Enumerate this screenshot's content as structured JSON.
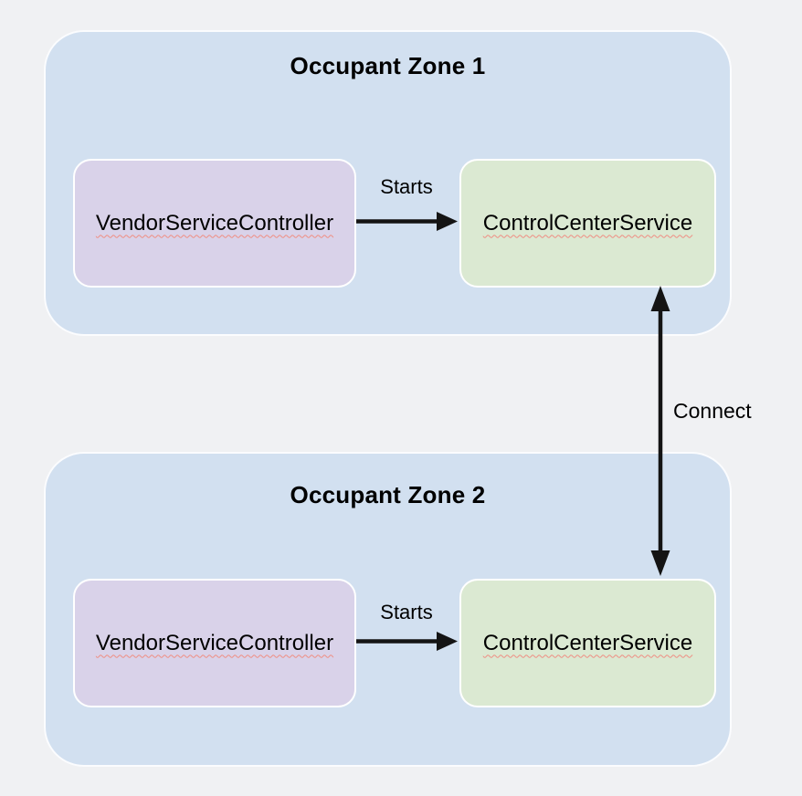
{
  "colors": {
    "background": "#f0f1f3",
    "zone_fill": "#d2e0f0",
    "zone_border": "#fbfcfe",
    "vendor_fill": "#d9d2e9",
    "control_fill": "#dbe9d2",
    "node_border": "#ffffff",
    "arrow": "#141414",
    "text": "#000000",
    "spellcheck_squiggle": "#ef8d82"
  },
  "zones": [
    {
      "title": "Occupant Zone 1",
      "nodes": [
        {
          "id": "vendor-service-controller",
          "label": "VendorServiceController"
        },
        {
          "id": "control-center-service",
          "label": "ControlCenterService"
        }
      ],
      "edge": {
        "from": "VendorServiceController",
        "to": "ControlCenterService",
        "label": "Starts",
        "direction": "right"
      }
    },
    {
      "title": "Occupant Zone 2",
      "nodes": [
        {
          "id": "vendor-service-controller",
          "label": "VendorServiceController"
        },
        {
          "id": "control-center-service",
          "label": "ControlCenterService"
        }
      ],
      "edge": {
        "from": "VendorServiceController",
        "to": "ControlCenterService",
        "label": "Starts",
        "direction": "right"
      }
    }
  ],
  "cross_zone_edge": {
    "from": "ControlCenterService (Occupant Zone 1)",
    "to": "ControlCenterService (Occupant Zone 2)",
    "label": "Connect",
    "bidirectional": true
  }
}
